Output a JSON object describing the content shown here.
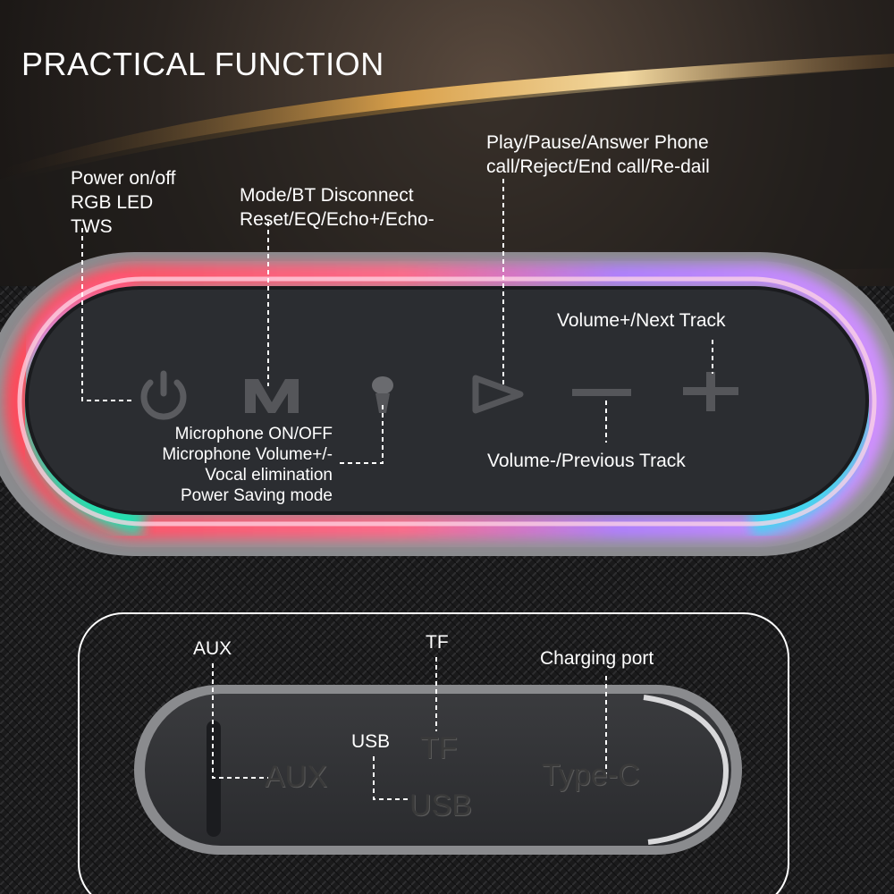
{
  "title": "PRACTICAL FUNCTION",
  "colors": {
    "background": "#0e0e0e",
    "label_text": "#ffffff",
    "button_panel": "#2b2d31",
    "frame_gray": "#8a8b8e",
    "led_red": "#ff4a5a",
    "led_violet": "#b080ff",
    "led_green": "#20e6b0",
    "led_cyan": "#40e0f0"
  },
  "buttons": [
    {
      "icon": "power-icon",
      "label": [
        "Power on/off",
        "RGB LED",
        "TWS"
      ]
    },
    {
      "icon": "m-mode-icon",
      "label": [
        "Mode/BT Disconnect",
        "Reset/EQ/Echo+/Echo-"
      ]
    },
    {
      "icon": "microphone-icon",
      "label": [
        "Microphone ON/OFF",
        "Microphone Volume+/-",
        "Vocal elimination",
        "Power Saving mode"
      ]
    },
    {
      "icon": "play-icon",
      "label": [
        "Play/Pause/Answer Phone",
        "call/Reject/End call/Re-dail"
      ]
    },
    {
      "icon": "minus-icon",
      "label": [
        "Volume-/Previous Track"
      ]
    },
    {
      "icon": "plus-icon",
      "label": [
        "Volume+/Next Track"
      ]
    }
  ],
  "ports": [
    {
      "callout": "AUX",
      "engraved": "AUX"
    },
    {
      "callout": "TF",
      "engraved": "TF"
    },
    {
      "callout": "USB",
      "engraved": "USB"
    },
    {
      "callout": "Charging port",
      "engraved": "Type-C"
    }
  ]
}
